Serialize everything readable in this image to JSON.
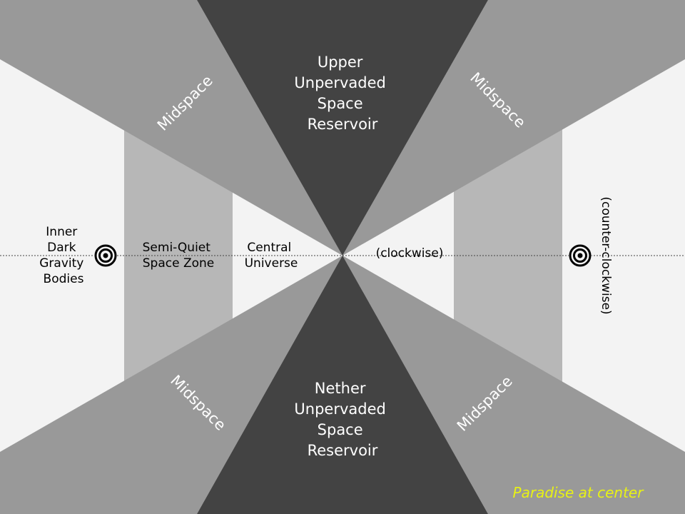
{
  "colors": {
    "background": "#f3f3f3",
    "reservoir": "#434343",
    "midspace": "#999999",
    "semi_quiet_band": "#b7b7b7",
    "central_universe": "#f3f3f3",
    "caption": "#e8f214",
    "axis": "#444444"
  },
  "regions": {
    "upper_reservoir": [
      "Upper",
      "Unpervaded",
      "Space",
      "Reservoir"
    ],
    "nether_reservoir": [
      "Nether",
      "Unpervaded",
      "Space",
      "Reservoir"
    ],
    "midspace": "Midspace",
    "inner_dark_gravity": [
      "Inner",
      "Dark",
      "Gravity",
      "Bodies"
    ],
    "semi_quiet": [
      "Semi-Quiet",
      "Space Zone"
    ],
    "central_universe": [
      "Central",
      "Universe"
    ]
  },
  "rotation": {
    "inner": "(clockwise)",
    "outer": "(counter-clockwise)"
  },
  "icons": [
    "target-icon",
    "target-icon"
  ],
  "caption": "Paradise at center"
}
